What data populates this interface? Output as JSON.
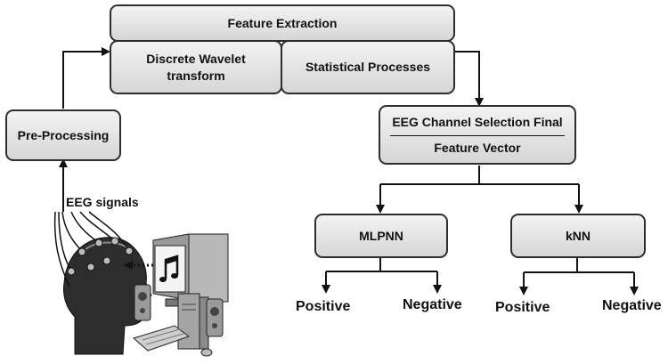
{
  "diagram": {
    "feature_extraction": "Feature Extraction",
    "dwt": "Discrete Wavelet transform",
    "statistical": "Statistical Processes",
    "preprocessing": "Pre-Processing",
    "channel_selection_top": "EEG Channel Selection Final",
    "channel_selection_bottom": "Feature Vector",
    "mlpnn": "MLPNN",
    "knn": "kNN",
    "eeg_signals": "EEG signals",
    "outcomes": {
      "mlpnn_positive": "Positive",
      "mlpnn_negative": "Negative",
      "knn_positive": "Positive",
      "knn_negative": "Negative"
    }
  },
  "colors": {
    "box_top": "#f3f3f3",
    "box_bottom": "#d6d6d6",
    "stroke": "#2e2e2e"
  },
  "icons": [
    "head-with-electrodes-icon",
    "computer-with-music-icon",
    "speaker-icon"
  ]
}
